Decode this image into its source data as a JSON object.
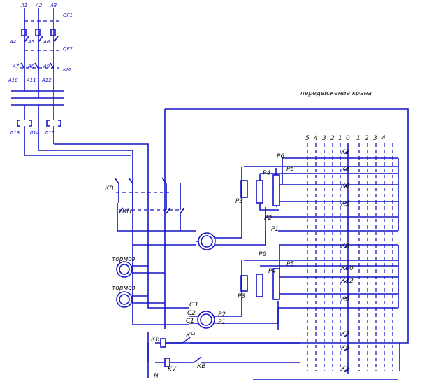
{
  "diagram": {
    "title": "передвижение крана",
    "position_numbers": [
      "5",
      "4",
      "3",
      "2",
      "1",
      "0",
      "1",
      "2",
      "3",
      "4"
    ],
    "top_labels": {
      "a1": "A1",
      "a2": "A2",
      "a3": "A3",
      "a4": "A4",
      "a5": "A5",
      "a6": "A6",
      "a7": "A7",
      "a8": "A8",
      "a9": "A9",
      "a10": "A10",
      "a11": "A11",
      "a12": "A12",
      "qf1": "QF1",
      "qf2": "QF2",
      "km": "КМ"
    },
    "fuse_labels": [
      "Л13",
      "Л14",
      "Л15"
    ],
    "left_labels": {
      "kv": "КВ",
      "kn": "КН",
      "brake1": "тормоз",
      "brake2": "тормоз",
      "c3": "C3",
      "c2": "C2",
      "c1": "C1",
      "p2": "P2",
      "p1": "P1"
    },
    "upper_resistor_labels": {
      "p6": "P6",
      "p5": "P5",
      "p4": "P4",
      "p3": "P3",
      "p2": "P2",
      "p1": "P1"
    },
    "lower_resistor_labels": {
      "p6": "P6",
      "p5": "P5",
      "p4": "P4",
      "p3": "P3"
    },
    "contact_labels": [
      "К2",
      "К4",
      "К6",
      "К3",
      "К8",
      "К10",
      "К12",
      "К9",
      "К7",
      "К5",
      "К1"
    ],
    "bottom_labels": {
      "kv": "КВ",
      "kh": "КН",
      "kv2": "КВ",
      "kv_coil": "KV",
      "n": "N"
    }
  }
}
